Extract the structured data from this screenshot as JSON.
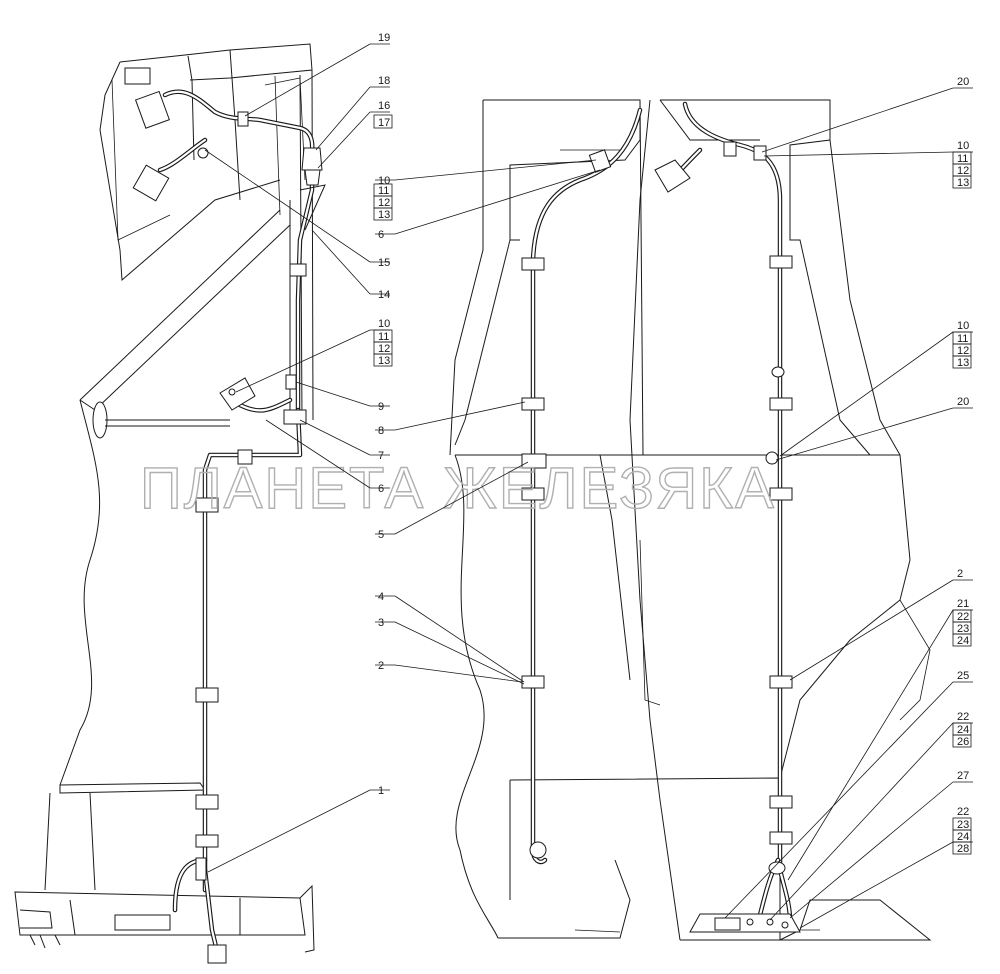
{
  "watermark": "ПЛАНЕТА ЖЕЛЕЗЯКА",
  "callouts": {
    "c1": "1",
    "c2a": "2",
    "c2b": "2",
    "c3": "3",
    "c4": "4",
    "c5": "5",
    "c6a": "6",
    "c6b": "6",
    "c7": "7",
    "c8": "8",
    "c9": "9",
    "c10a": "10",
    "c11a": "11",
    "c12a": "12",
    "c13a": "13",
    "c10b": "10",
    "c11b": "11",
    "c12b": "12",
    "c13b": "13",
    "c10c": "10",
    "c11c": "11",
    "c12c": "12",
    "c13c": "13",
    "c10d": "10",
    "c11d": "11",
    "c12d": "12",
    "c13d": "13",
    "c14": "14",
    "c15": "15",
    "c16": "16",
    "c17": "17",
    "c18": "18",
    "c19": "19",
    "c20a": "20",
    "c20b": "20",
    "c21": "21",
    "c22a": "22",
    "c23a": "23",
    "c24a": "24",
    "c22b": "22",
    "c24b": "24",
    "c26": "26",
    "c22c": "22",
    "c23c": "23",
    "c24c": "24",
    "c28": "28",
    "c25": "25",
    "c27": "27"
  }
}
